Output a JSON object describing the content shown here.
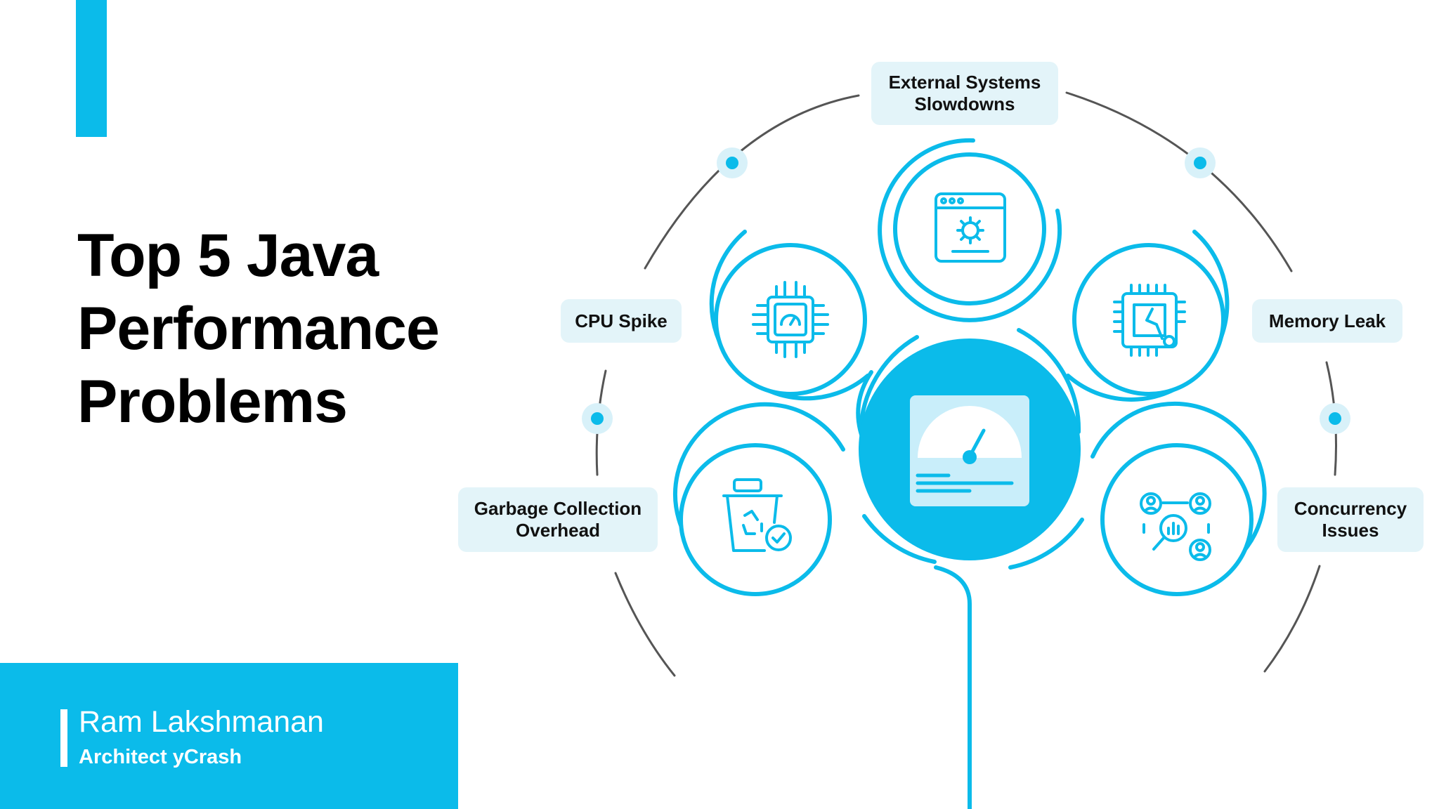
{
  "title_lines": [
    "Top 5 Java",
    "Performance",
    "Problems"
  ],
  "author": {
    "name": "Ram Lakshmanan",
    "role": "Architect yCrash"
  },
  "problems": [
    {
      "label": "External Systems\nSlowdowns",
      "icon": "browser-settings-icon"
    },
    {
      "label": "CPU Spike",
      "icon": "cpu-gauge-icon"
    },
    {
      "label": "Memory Leak",
      "icon": "chip-leak-icon"
    },
    {
      "label": "Garbage Collection\nOverhead",
      "icon": "recycle-bin-icon"
    },
    {
      "label": "Concurrency\nIssues",
      "icon": "users-analytics-icon"
    }
  ],
  "center_icon": "performance-dashboard-icon",
  "colors": {
    "accent": "#0bbbea",
    "label_bg": "#e3f4f9",
    "arc": "#555555",
    "text": "#000000"
  }
}
